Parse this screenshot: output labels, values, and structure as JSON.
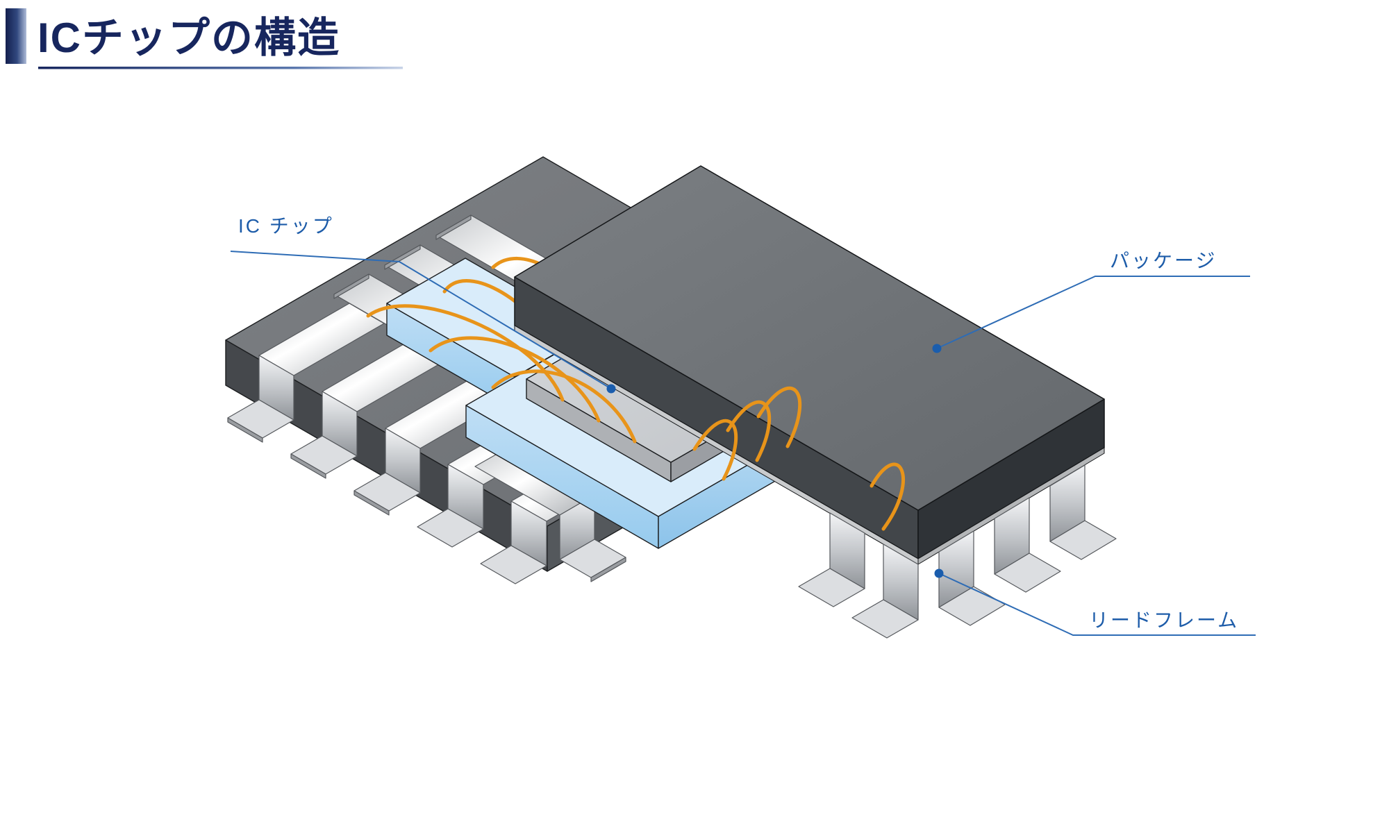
{
  "title": {
    "text": "ICチップの構造"
  },
  "diagram": {
    "labels": {
      "ic_chip": {
        "text": "IC チップ"
      },
      "package": {
        "text": "パッケージ"
      },
      "lead_frame": {
        "text": "リードフレーム"
      }
    },
    "parts": {
      "ic_chip": "IC chip die on die-pad",
      "package": "molded package lid (dark slab)",
      "lead_frame": "metal lead frame with gull-wing leads",
      "bond_wires": "gold bonding wires"
    },
    "colors": {
      "title_navy": "#17265e",
      "label_blue": "#1d5ca9",
      "leader_blue": "#2e6cb5",
      "wire_orange": "#e8941a",
      "pad_blue_top": "#d9ecfa",
      "pad_blue_side": "#9fcdee",
      "chip_gray": "#c9ccd0",
      "package_top_gray": "#75797d",
      "package_side_dark": "#46494d",
      "lead_metal_light": "#f2f3f5",
      "lead_metal_dark": "#8f9398",
      "background": "#ffffff"
    }
  }
}
